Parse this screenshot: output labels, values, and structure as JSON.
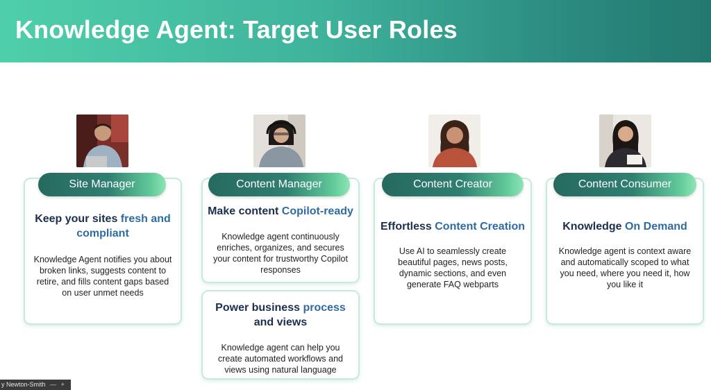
{
  "slide": {
    "title": "Knowledge Agent: Target User Roles"
  },
  "roles": [
    {
      "name": "Site Manager",
      "heading_a": "Keep your sites ",
      "heading_b": "fresh and compliant",
      "body": "Knowledge Agent notifies you about broken links, suggests content to retire, and fills content gaps based on user unmet needs"
    },
    {
      "name": "Content Manager",
      "heading_a": "Make content ",
      "heading_b": "Copilot-ready",
      "body": "Knowledge agent continuously enriches, organizes, and secures your content for trustworthy Copilot responses",
      "extra": {
        "heading_a": "Power business ",
        "heading_b": "process",
        "heading_c": " and views",
        "body": "Knowledge agent can help you create automated workflows and views using natural language"
      }
    },
    {
      "name": "Content Creator",
      "heading_a": "Effortless ",
      "heading_b": "Content Creation",
      "body": "Use AI to seamlessly create beautiful pages, news posts, dynamic sections, and even generate FAQ webparts"
    },
    {
      "name": "Content Consumer",
      "heading_a": "Knowledge ",
      "heading_b": "On Demand",
      "body": "Knowledge agent is context aware and automatically scoped to what you need, where you need it, how you like it"
    }
  ],
  "taskbar": {
    "label": "y Newton-Smith",
    "minimize": "—",
    "add": "+"
  },
  "colors": {
    "header_start": "#4fcfaa",
    "header_end": "#22786f",
    "pill_dark": "#26695f",
    "pill_light": "#8de5b4",
    "heading_dark": "#1b2f4d",
    "heading_accent": "#2f6ba3"
  },
  "icons": [
    "person-photo-site-manager",
    "person-photo-content-manager",
    "person-photo-content-creator",
    "person-photo-content-consumer"
  ]
}
